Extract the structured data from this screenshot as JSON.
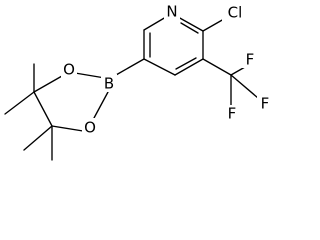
{
  "molecule": {
    "atoms": {
      "n": "N",
      "cl": "Cl",
      "b": "B",
      "o_top": "O",
      "o_bottom": "O",
      "f_top": "F",
      "f_right": "F",
      "f_bottom": "F"
    }
  }
}
